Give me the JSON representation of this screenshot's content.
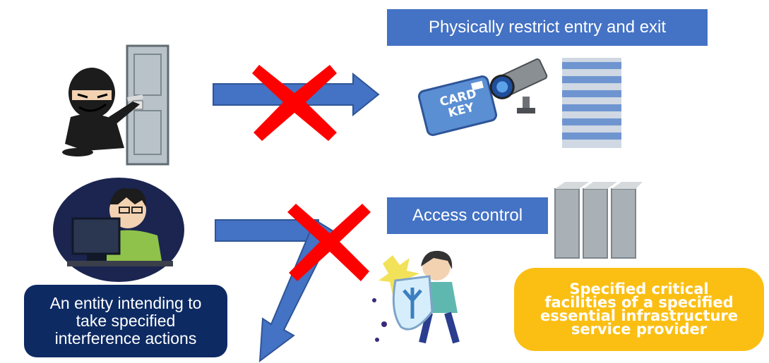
{
  "top_banner": {
    "text": "Physically restrict entry and exit"
  },
  "access_banner": {
    "text": "Access control"
  },
  "entity_box": {
    "lines": [
      "An entity intending to",
      "take specified",
      "interference actions"
    ]
  },
  "facility_box": {
    "lines": [
      "Specified critical",
      "facilities of a specified",
      "essential infrastructure",
      "service provider"
    ]
  },
  "card_key": {
    "lines": [
      "CARD",
      "KEY"
    ]
  },
  "colors": {
    "banner": "#4472c4",
    "arrow": "#4472c4",
    "cross": "#ff0000",
    "entity_box": "#0d2a63",
    "facility_box": "#fbbf14"
  },
  "icons": [
    "thief-icon",
    "door-icon",
    "card-key-icon",
    "security-camera-icon",
    "building-icon",
    "hacker-computer-icon",
    "server-racks-icon",
    "shield-defender-icon"
  ]
}
